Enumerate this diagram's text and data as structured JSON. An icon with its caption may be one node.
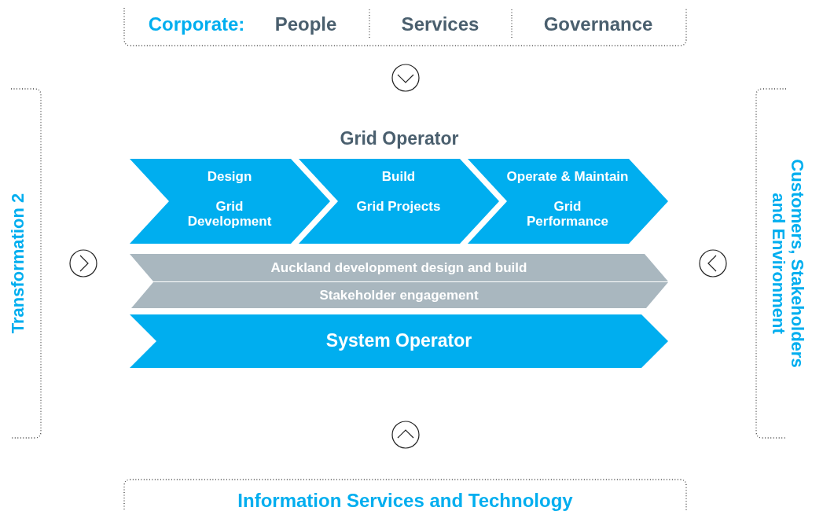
{
  "diagram": {
    "nodes": [
      {
        "text": [
          "Corporate:",
          "People",
          "Services",
          "Governance"
        ]
      },
      {
        "text": [
          "Transformation 2"
        ]
      },
      {
        "text": [
          "Customers, Stakeholders and Environment"
        ]
      },
      {
        "text": [
          "Information Services and Technology"
        ]
      },
      {
        "text": [
          "Grid Operator"
        ]
      },
      {
        "text": [
          "Design",
          "Grid Development"
        ],
        "in": 4
      },
      {
        "text": [
          "Build",
          "Grid Projects"
        ],
        "in": 4
      },
      {
        "text": [
          "Operate & Maintain",
          "Grid Performance"
        ],
        "in": 4
      },
      {
        "text": [
          "Auckland development design and build"
        ]
      },
      {
        "text": [
          "Stakeholder engagement"
        ]
      },
      {
        "text": [
          "System Operator"
        ]
      }
    ]
  }
}
